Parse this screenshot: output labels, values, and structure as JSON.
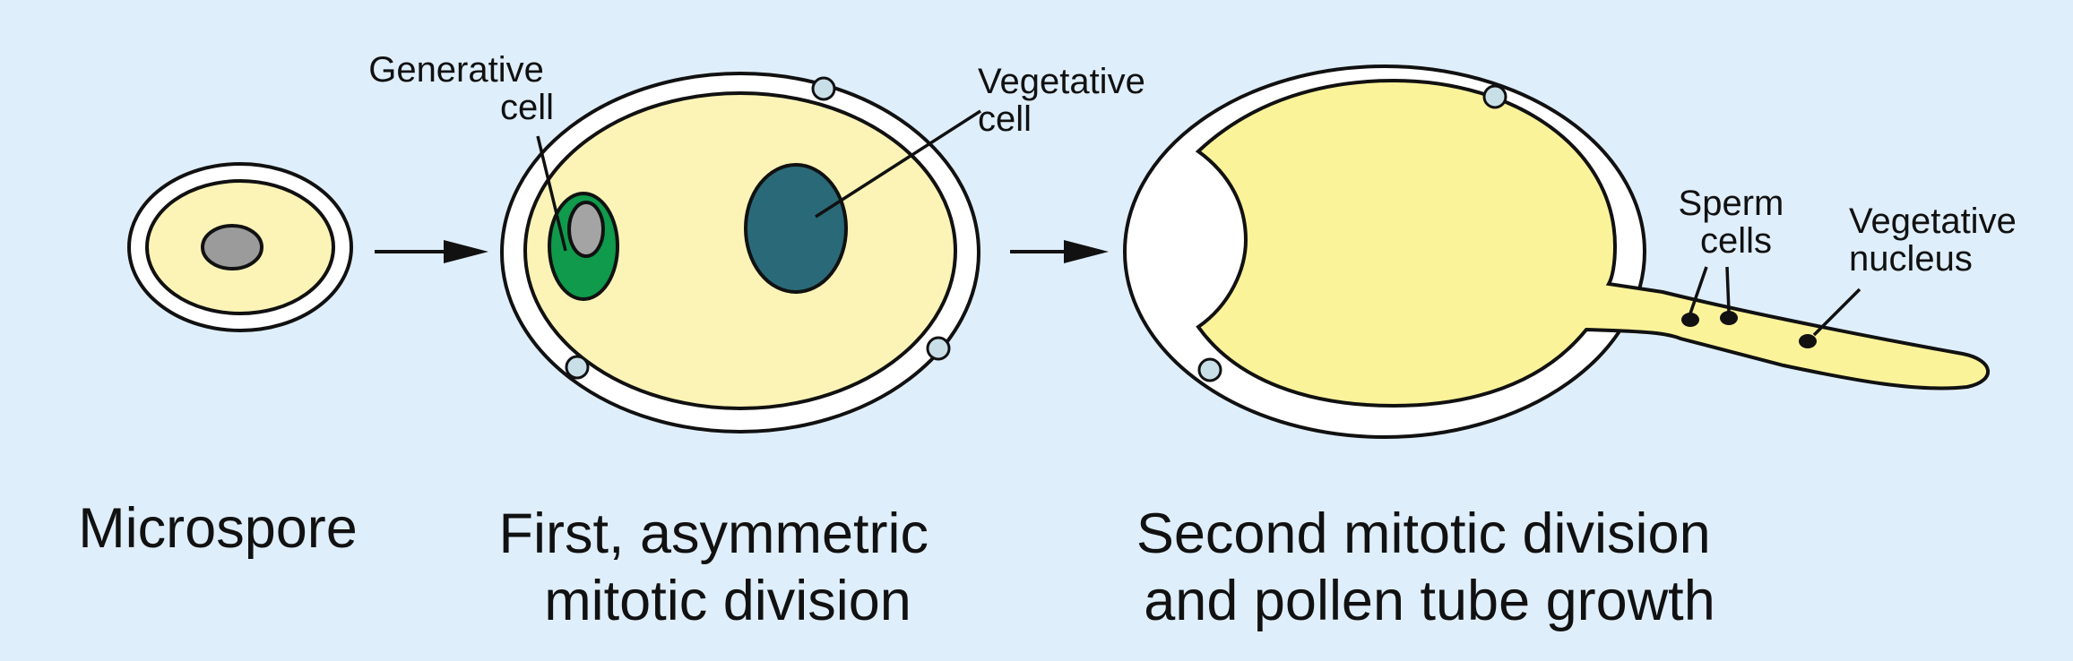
{
  "labels": {
    "generative_cell": [
      "Generative",
      "cell"
    ],
    "vegetative_cell": [
      "Vegetative",
      "cell"
    ],
    "sperm_cells": [
      "Sperm",
      "cells"
    ],
    "vegetative_nucleus": [
      "Vegetative",
      "nucleus"
    ]
  },
  "captions": {
    "microspore": [
      "Microspore"
    ],
    "first_division": [
      "First, asymmetric",
      "mitotic division"
    ],
    "second_division": [
      "Second mitotic division",
      "and pollen tube growth"
    ]
  },
  "colors": {
    "background": "#dfeefb",
    "cytoplasm": "#fbf4b6",
    "cytoplasm_bright": "#fbf39a",
    "cell_wall": "#ffffff",
    "outline": "#111111",
    "microspore_nucleus": "#9b9b9b",
    "generative_cell": "#0f9a4c",
    "generative_nucleus": "#a4a4a4",
    "vegetative_cell_nucleus": "#2a6a78",
    "pore": "#c9dfe8",
    "sperm_nuclei": "#111111"
  }
}
